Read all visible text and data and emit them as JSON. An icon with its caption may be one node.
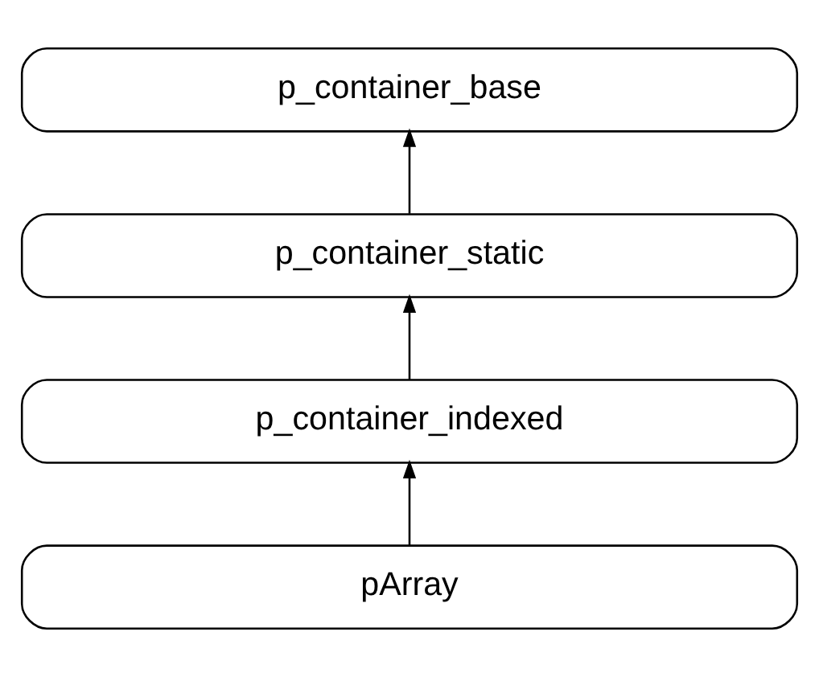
{
  "diagram": {
    "nodes": [
      {
        "text": [
          "p_container_base"
        ]
      },
      {
        "text": [
          "p_container_static"
        ]
      },
      {
        "text": [
          "p_container_indexed"
        ]
      },
      {
        "text": [
          "pArray"
        ]
      }
    ],
    "edges": [
      {
        "from": 3,
        "to": 2,
        "arrow": "to"
      },
      {
        "from": 2,
        "to": 1,
        "arrow": "to"
      },
      {
        "from": 1,
        "to": 0,
        "arrow": "to"
      }
    ]
  }
}
